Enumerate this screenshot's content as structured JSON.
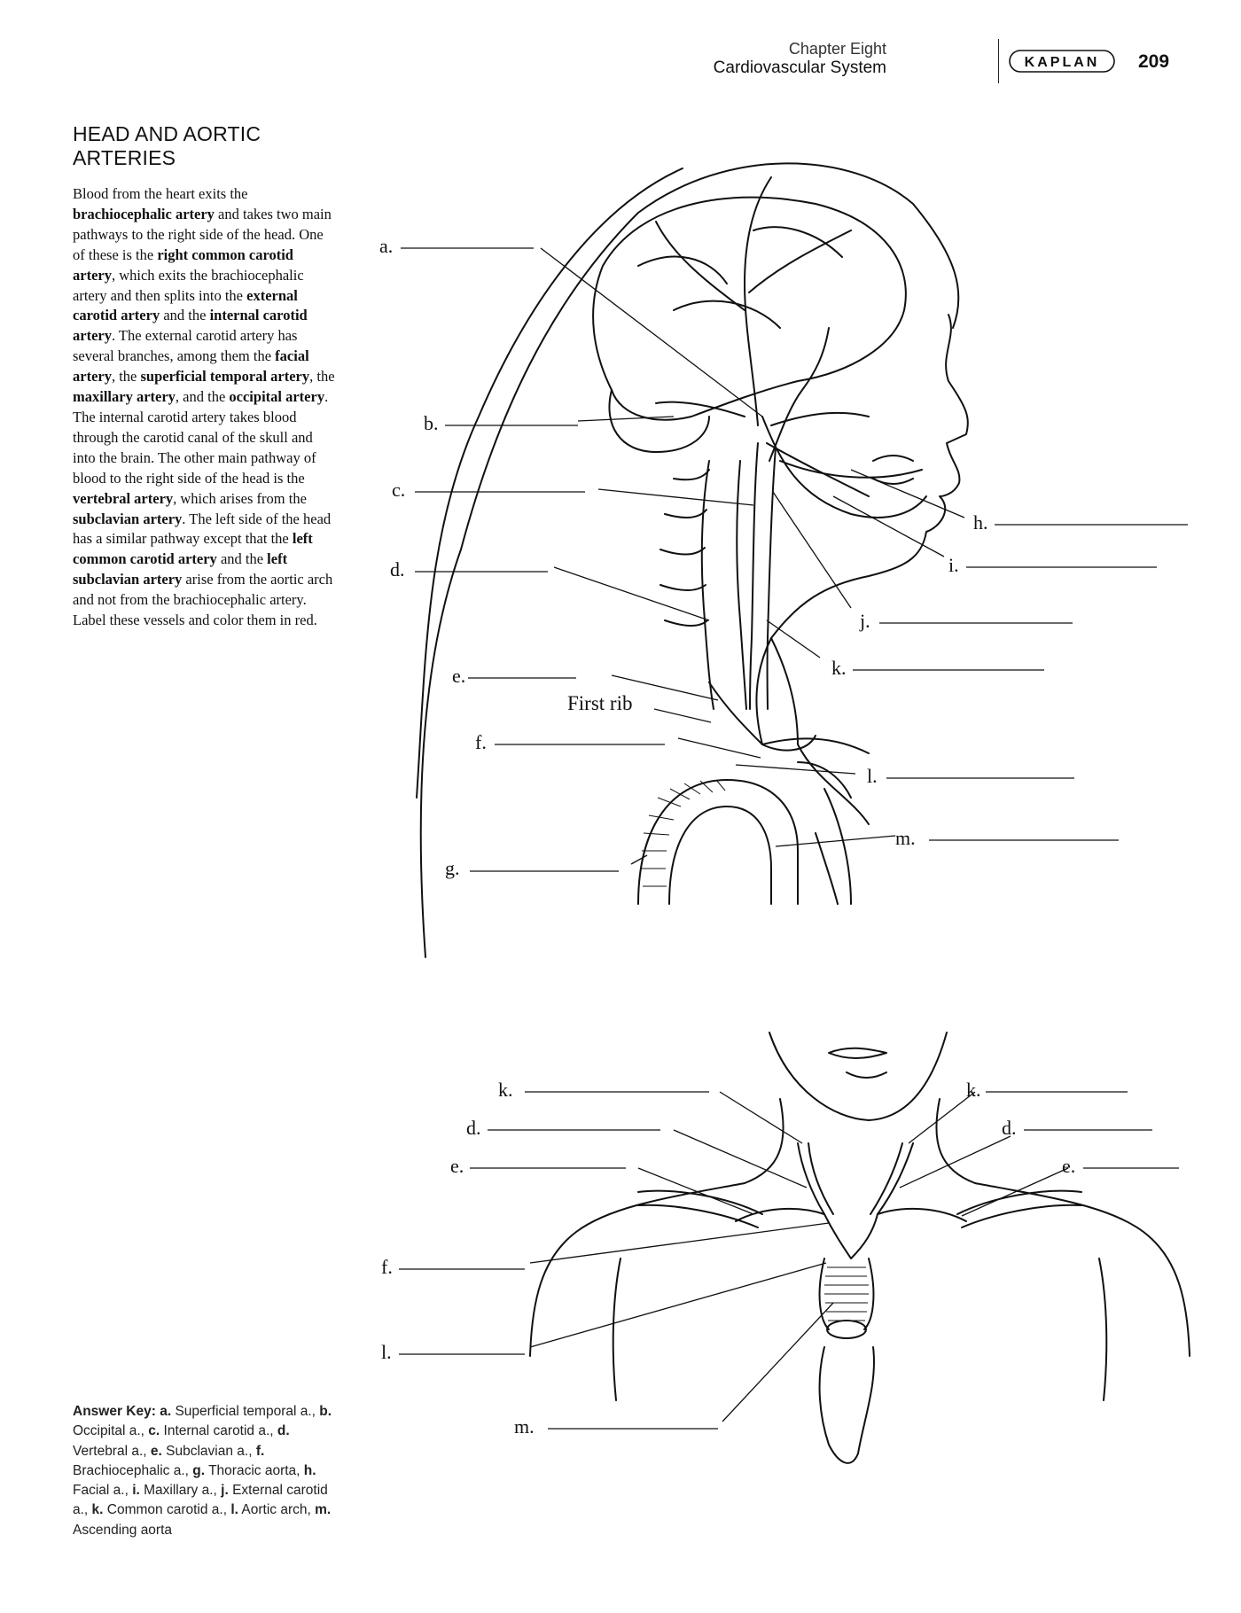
{
  "header": {
    "chapter": "Chapter Eight",
    "section": "Cardiovascular System",
    "logo": "KAPLAN",
    "page_number": "209"
  },
  "sidebar": {
    "title": "HEAD AND AORTIC ARTERIES",
    "body": [
      {
        "t": "Blood from the heart exits the ",
        "b": false
      },
      {
        "t": "brachiocephalic artery",
        "b": true
      },
      {
        "t": " and takes two main pathways to the right side of the head. One of these is the ",
        "b": false
      },
      {
        "t": "right common carotid artery",
        "b": true
      },
      {
        "t": ", which exits the brachiocephalic artery and then splits into the ",
        "b": false
      },
      {
        "t": "external carotid artery",
        "b": true
      },
      {
        "t": " and the ",
        "b": false
      },
      {
        "t": "internal carotid artery",
        "b": true
      },
      {
        "t": ". The external carotid artery has several branches, among them the ",
        "b": false
      },
      {
        "t": "facial artery",
        "b": true
      },
      {
        "t": ", the ",
        "b": false
      },
      {
        "t": "superficial temporal artery",
        "b": true
      },
      {
        "t": ", the ",
        "b": false
      },
      {
        "t": "maxillary artery",
        "b": true
      },
      {
        "t": ", and the ",
        "b": false
      },
      {
        "t": "occipital artery",
        "b": true
      },
      {
        "t": ". The internal carotid artery takes blood through the carotid canal of the skull and into the brain. The other main pathway of blood to the right side of the head is the ",
        "b": false
      },
      {
        "t": "vertebral artery",
        "b": true
      },
      {
        "t": ", which arises from the ",
        "b": false
      },
      {
        "t": "subclavian artery",
        "b": true
      },
      {
        "t": ". The left side of the head has a similar pathway except that the ",
        "b": false
      },
      {
        "t": "left common carotid artery",
        "b": true
      },
      {
        "t": " and the ",
        "b": false
      },
      {
        "t": "left subclavian artery",
        "b": true
      },
      {
        "t": " arise from the aortic arch and not from the brachiocephalic artery. Label these vessels and color them in red.",
        "b": false
      }
    ],
    "answer_key": [
      {
        "t": "Answer Key: ",
        "b": true
      },
      {
        "t": "a.",
        "b": true
      },
      {
        "t": " Superficial temporal a., ",
        "b": false
      },
      {
        "t": "b.",
        "b": true
      },
      {
        "t": " Occipital a., ",
        "b": false
      },
      {
        "t": "c.",
        "b": true
      },
      {
        "t": " Internal carotid a., ",
        "b": false
      },
      {
        "t": "d.",
        "b": true
      },
      {
        "t": " Vertebral a., ",
        "b": false
      },
      {
        "t": "e.",
        "b": true
      },
      {
        "t": " Subclavian a., ",
        "b": false
      },
      {
        "t": "f.",
        "b": true
      },
      {
        "t": " Brachiocephalic a., ",
        "b": false
      },
      {
        "t": "g.",
        "b": true
      },
      {
        "t": " Thoracic aorta, ",
        "b": false
      },
      {
        "t": "h.",
        "b": true
      },
      {
        "t": " Facial a., ",
        "b": false
      },
      {
        "t": "i.",
        "b": true
      },
      {
        "t": " Maxillary a., ",
        "b": false
      },
      {
        "t": "j.",
        "b": true
      },
      {
        "t": " External carotid a., ",
        "b": false
      },
      {
        "t": "k.",
        "b": true
      },
      {
        "t": " Common carotid a., ",
        "b": false
      },
      {
        "t": "l.",
        "b": true
      },
      {
        "t": " Aortic arch, ",
        "b": false
      },
      {
        "t": "m.",
        "b": true
      },
      {
        "t": " Ascending aorta",
        "b": false
      }
    ]
  },
  "figure1": {
    "labels": [
      "a.",
      "b.",
      "c.",
      "d.",
      "e.",
      "f.",
      "g.",
      "h.",
      "i.",
      "j.",
      "k.",
      "l.",
      "m."
    ],
    "first_rib": "First rib"
  },
  "figure2": {
    "labels": [
      "k.",
      "d.",
      "e.",
      "f.",
      "l.",
      "m.",
      "k.",
      "d.",
      "e."
    ]
  }
}
